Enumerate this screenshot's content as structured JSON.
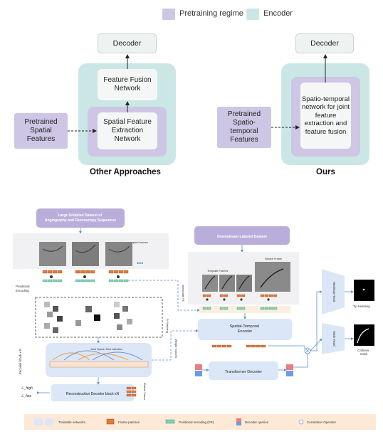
{
  "legend": {
    "pretraining": {
      "label": "Pretraining regime",
      "color": "#cdc6e4"
    },
    "encoder": {
      "label": "Encoder",
      "color": "#cbe7e5"
    }
  },
  "left_diagram": {
    "decoder": "Decoder",
    "fusion": "Feature Fusion Network",
    "spatial": "Spatial Feature Extraction Network",
    "pretrained": "Pretrained Spatial Features",
    "caption": "Other Approaches"
  },
  "right_diagram": {
    "decoder": "Decoder",
    "spatiotemporal": "Spatio-temporal network for joint feature extraction and feature fusion",
    "pretrained": "Pretrained Spatio-temporal Features",
    "caption": "Ours"
  },
  "bottom": {
    "unlabeled_dataset": "Large Unlabled Dataset of Angiography and Fluoroscopy Sequences",
    "sampled_frames": "n sampled frames",
    "positional_encoding": "Positional Encoding",
    "fr_masking": "Fr Masking",
    "encoder_block": "Encoder block x N",
    "attention": "Joint Space-Time attention",
    "weight_transfer": "Weight Transfer",
    "recon_decoder": "Reconstruction Decoder block xN",
    "masked_tokens": "Masked Tokens",
    "loss_high": "ℒ_high",
    "loss_low": "ℒ_low",
    "downstream_dataset": "Downstream Labeled Dataset",
    "template_frames": "Template Frames",
    "search_frame": "Search Frame",
    "interpolate_pe": "Interpolate PE",
    "st_encoder": "Spatial-Temporal Encoder",
    "transformer_decoder": "Transformer Decoder",
    "heatmap_head": "Heatmap Head",
    "mask_head": "Mask Head",
    "tip_heatmap": "Tip Heatmap",
    "catheter_mask": "Catheter mask",
    "legend_items": [
      "Trainable networks",
      "Frame patches",
      "Positional encoding (PE)",
      "Decoder queries",
      "Correlation Operator"
    ]
  }
}
